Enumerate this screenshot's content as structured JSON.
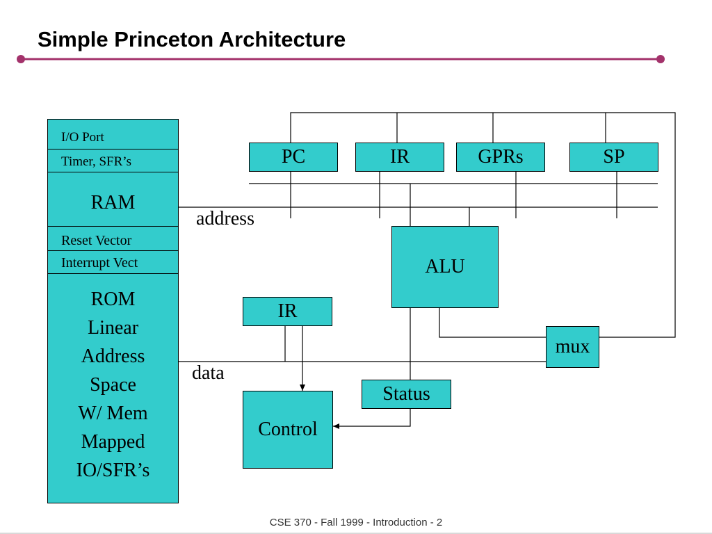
{
  "slide": {
    "title": "Simple Princeton Architecture",
    "footer": "CSE 370 - Fall 1999 - Introduction - 2",
    "accent_color": "#a3326b"
  },
  "memory_map": {
    "io_port": "I/O Port",
    "timer": "Timer, SFR’s",
    "ram": "RAM",
    "reset_vector": "Reset Vector",
    "interrupt_vect": "Interrupt Vect",
    "rom": "ROM\nLinear\nAddress\nSpace\nW/ Mem\nMapped\nIO/SFR’s"
  },
  "registers": {
    "pc": "PC",
    "ir": "IR",
    "gprs": "GPRs",
    "sp": "SP"
  },
  "blocks": {
    "alu": "ALU",
    "ir2": "IR",
    "mux": "mux",
    "status": "Status",
    "control": "Control"
  },
  "bus_labels": {
    "address": "address",
    "data": "data"
  },
  "colors": {
    "block_fill": "#33cccc",
    "line": "#000000"
  }
}
